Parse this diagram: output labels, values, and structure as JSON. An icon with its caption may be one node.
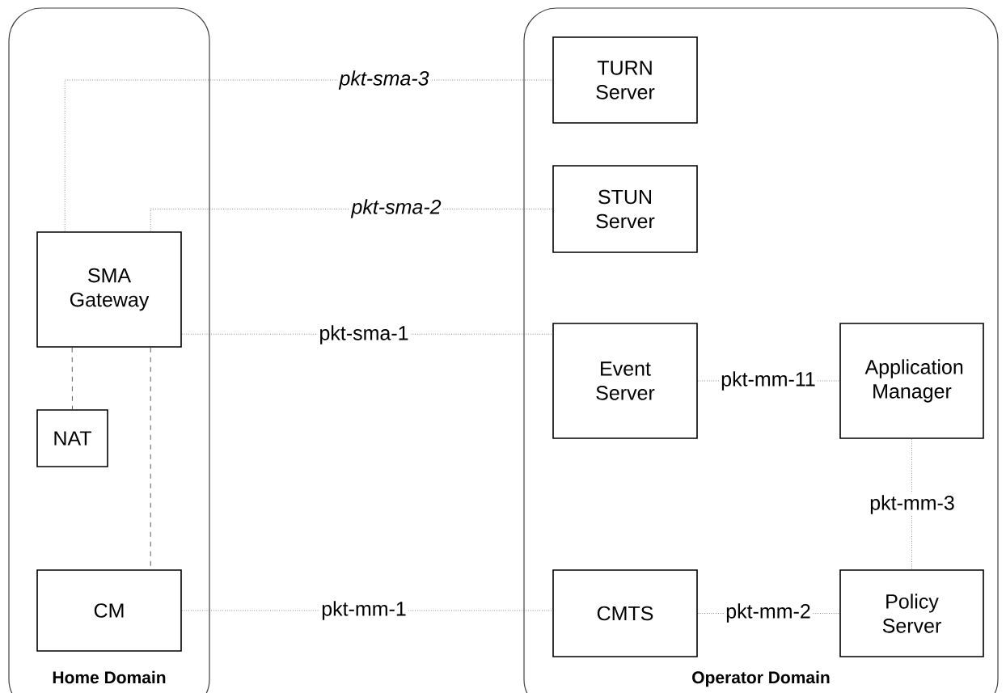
{
  "diagram": {
    "nodes": [
      {
        "text": [
          "Home Domain"
        ]
      },
      {
        "text": [
          "Operator Domain"
        ]
      },
      {
        "text": [
          "TURN Server"
        ],
        "in": 1
      },
      {
        "text": [
          "STUN Server"
        ],
        "in": 1
      },
      {
        "text": [
          "SMA Gateway"
        ],
        "in": 0
      },
      {
        "text": [
          "Event Server"
        ],
        "in": 1
      },
      {
        "text": [
          "Application Manager"
        ],
        "in": 1
      },
      {
        "text": [
          "NAT"
        ],
        "in": 0
      },
      {
        "text": [
          "CM"
        ],
        "in": 0
      },
      {
        "text": [
          "CMTS"
        ],
        "in": 1
      },
      {
        "text": [
          "Policy Server"
        ],
        "in": 1
      }
    ],
    "edges": [
      {
        "from": 4,
        "to": 2,
        "arrow": "none",
        "label": "pkt-sma-3"
      },
      {
        "from": 4,
        "to": 3,
        "arrow": "none",
        "label": "pkt-sma-2"
      },
      {
        "from": 4,
        "to": 5,
        "arrow": "none",
        "label": "pkt-sma-1"
      },
      {
        "from": 5,
        "to": 6,
        "arrow": "none",
        "label": "pkt-mm-11"
      },
      {
        "from": 6,
        "to": 10,
        "arrow": "none",
        "label": "pkt-mm-3"
      },
      {
        "from": 4,
        "to": 7,
        "arrow": "none",
        "style": "dashed"
      },
      {
        "from": 4,
        "to": 8,
        "arrow": "none",
        "style": "dashed"
      },
      {
        "from": 8,
        "to": 9,
        "arrow": "none",
        "label": "pkt-mm-1"
      },
      {
        "from": 9,
        "to": 10,
        "arrow": "none",
        "label": "pkt-mm-2"
      }
    ]
  }
}
